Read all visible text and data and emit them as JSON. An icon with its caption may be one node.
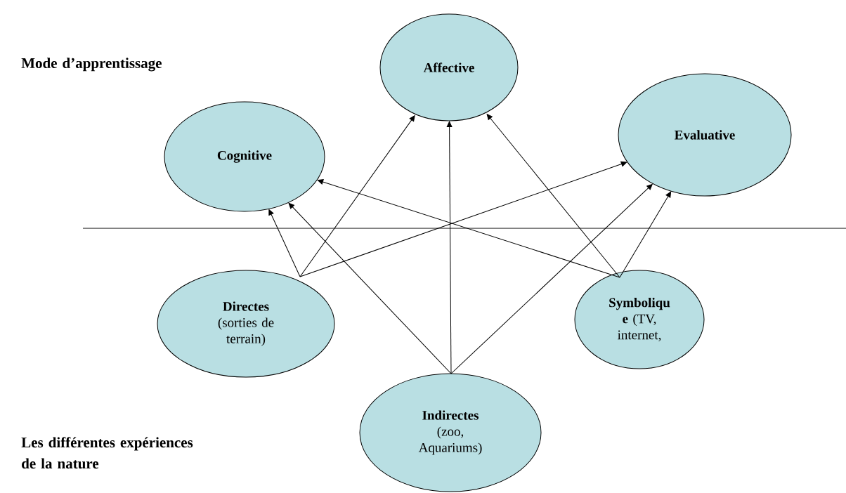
{
  "diagram": {
    "nodes": [
      {
        "text": [
          "Affective"
        ]
      },
      {
        "text": [
          "Cognitive"
        ]
      },
      {
        "text": [
          "Evaluative"
        ]
      },
      {
        "text": [
          "Directes",
          "(sorties de terrain)"
        ]
      },
      {
        "text": [
          "**Symboliqu e** (TV, internet,"
        ]
      },
      {
        "text": [
          "Indirectes",
          "(zoo, Aquariums)"
        ]
      }
    ],
    "edges": [
      {
        "from": 3,
        "to": 1,
        "arrow": "to"
      },
      {
        "from": 3,
        "to": 0,
        "arrow": "to"
      },
      {
        "from": 3,
        "to": 2,
        "arrow": "to"
      },
      {
        "from": 5,
        "to": 1,
        "arrow": "to"
      },
      {
        "from": 5,
        "to": 0,
        "arrow": "to"
      },
      {
        "from": 5,
        "to": 2,
        "arrow": "to"
      },
      {
        "from": 4,
        "to": 1,
        "arrow": "to"
      },
      {
        "from": 4,
        "to": 0,
        "arrow": "to"
      },
      {
        "from": 4,
        "to": 2,
        "arrow": "to"
      }
    ],
    "labels": [
      "Mode d’apprentissage",
      "Les différentes expériences de la nature"
    ]
  }
}
